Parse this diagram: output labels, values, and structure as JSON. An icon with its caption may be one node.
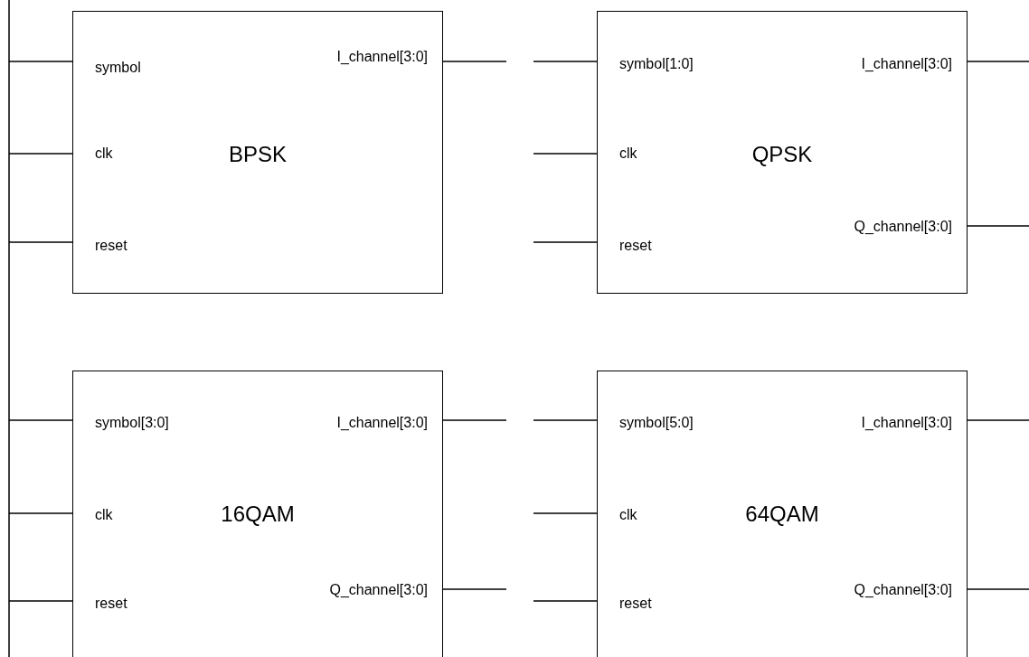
{
  "diagram": {
    "nodes": [
      {
        "text": [
          "BPSK",
          "symbol",
          "clk",
          "reset",
          "I_channel[3:0]"
        ]
      },
      {
        "text": [
          "QPSK",
          "symbol[1:0]",
          "clk",
          "reset",
          "I_channel[3:0]",
          "Q_channel[3:0]"
        ]
      },
      {
        "text": [
          "16QAM",
          "symbol[3:0]",
          "clk",
          "reset",
          "I_channel[3:0]",
          "Q_channel[3:0]"
        ]
      },
      {
        "text": [
          "64QAM",
          "symbol[5:0]",
          "clk",
          "reset",
          "I_channel[3:0]",
          "Q_channel[3:0]"
        ]
      }
    ],
    "edges": [
      {
        "from": null,
        "to": 0,
        "arrow": "none"
      },
      {
        "from": null,
        "to": 0,
        "arrow": "none"
      },
      {
        "from": null,
        "to": 0,
        "arrow": "none"
      },
      {
        "from": 0,
        "to": null,
        "arrow": "none"
      },
      {
        "from": null,
        "to": 1,
        "arrow": "none"
      },
      {
        "from": null,
        "to": 1,
        "arrow": "none"
      },
      {
        "from": null,
        "to": 1,
        "arrow": "none"
      },
      {
        "from": 1,
        "to": null,
        "arrow": "none"
      },
      {
        "from": 1,
        "to": null,
        "arrow": "none"
      },
      {
        "from": null,
        "to": 2,
        "arrow": "none"
      },
      {
        "from": null,
        "to": 2,
        "arrow": "none"
      },
      {
        "from": null,
        "to": 2,
        "arrow": "none"
      },
      {
        "from": 2,
        "to": null,
        "arrow": "none"
      },
      {
        "from": 2,
        "to": null,
        "arrow": "none"
      },
      {
        "from": null,
        "to": 3,
        "arrow": "none"
      },
      {
        "from": null,
        "to": 3,
        "arrow": "none"
      },
      {
        "from": null,
        "to": 3,
        "arrow": "none"
      },
      {
        "from": 3,
        "to": null,
        "arrow": "none"
      },
      {
        "from": 3,
        "to": null,
        "arrow": "none"
      }
    ]
  }
}
